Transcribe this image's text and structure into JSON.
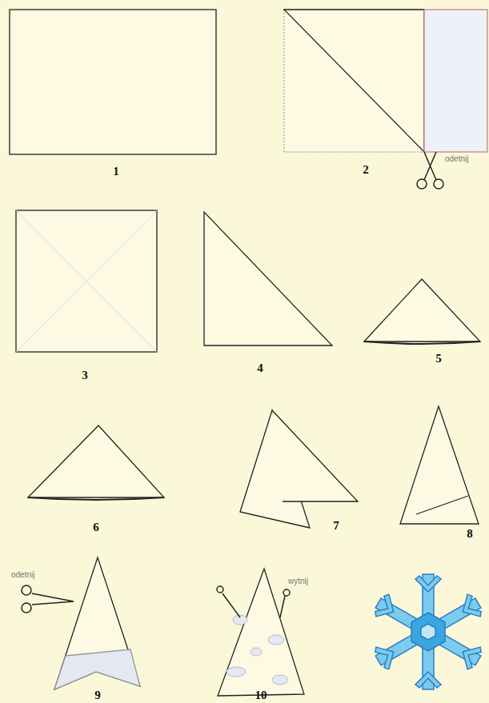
{
  "diagram": {
    "labels": [
      "1",
      "2",
      "odetnij",
      "3",
      "4",
      "5",
      "6",
      "7",
      "8",
      "9",
      "odetnij",
      "10",
      "wytnij"
    ]
  }
}
